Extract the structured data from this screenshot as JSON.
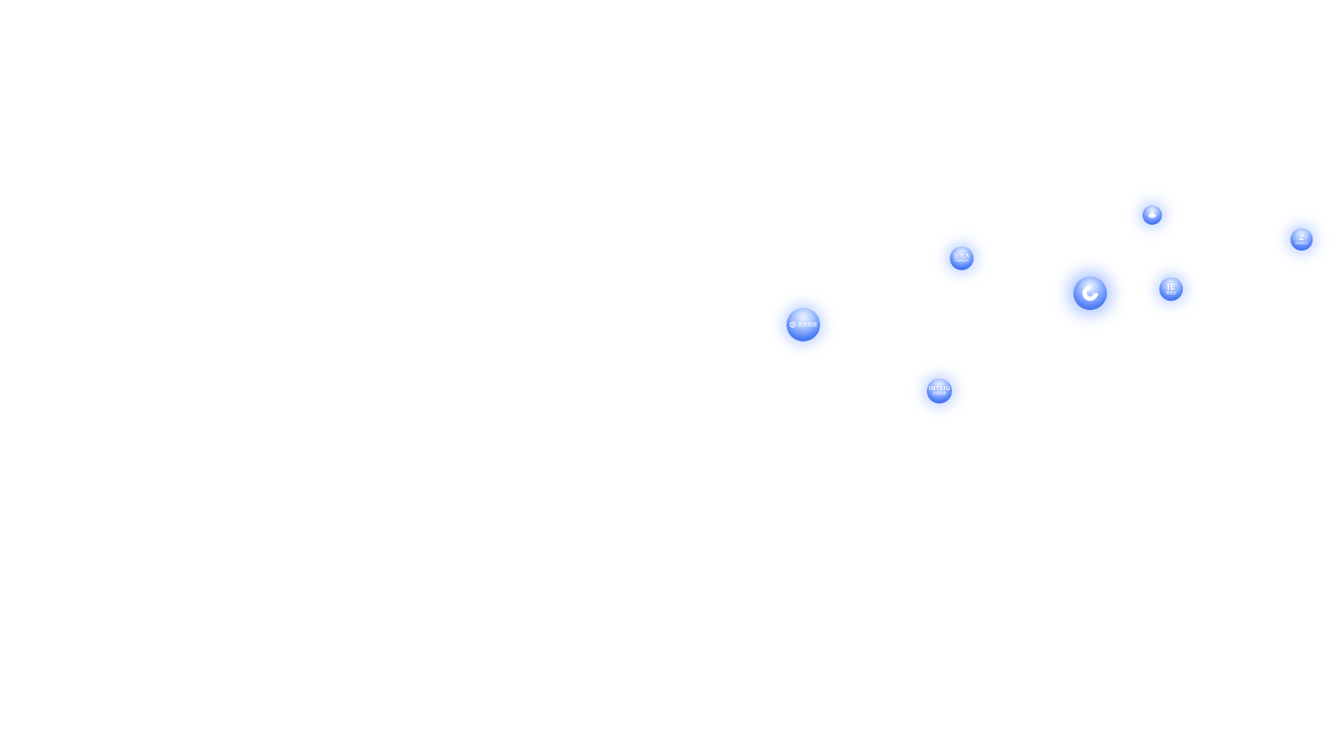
{
  "bubbles": {
    "main": {
      "icon": "c-logo-icon"
    },
    "left": {
      "icon": "ring-logo-icon",
      "label": "思维智能"
    },
    "intsig": {
      "mark": "INTSIG",
      "sub": "合合信息"
    },
    "top1": {
      "mark": "法大大",
      "sub": "FADADA"
    },
    "top2": {
      "icon": "cloud-logo-icon"
    },
    "right1": {
      "mark": "IE",
      "sub": "简道云"
    },
    "right2": {
      "mark": "Z",
      "sub": "ZHONGYI"
    }
  },
  "colors": {
    "bubble_core": "#5b8cff",
    "bubble_highlight": "#eef4ff",
    "background": "#ffffff"
  }
}
